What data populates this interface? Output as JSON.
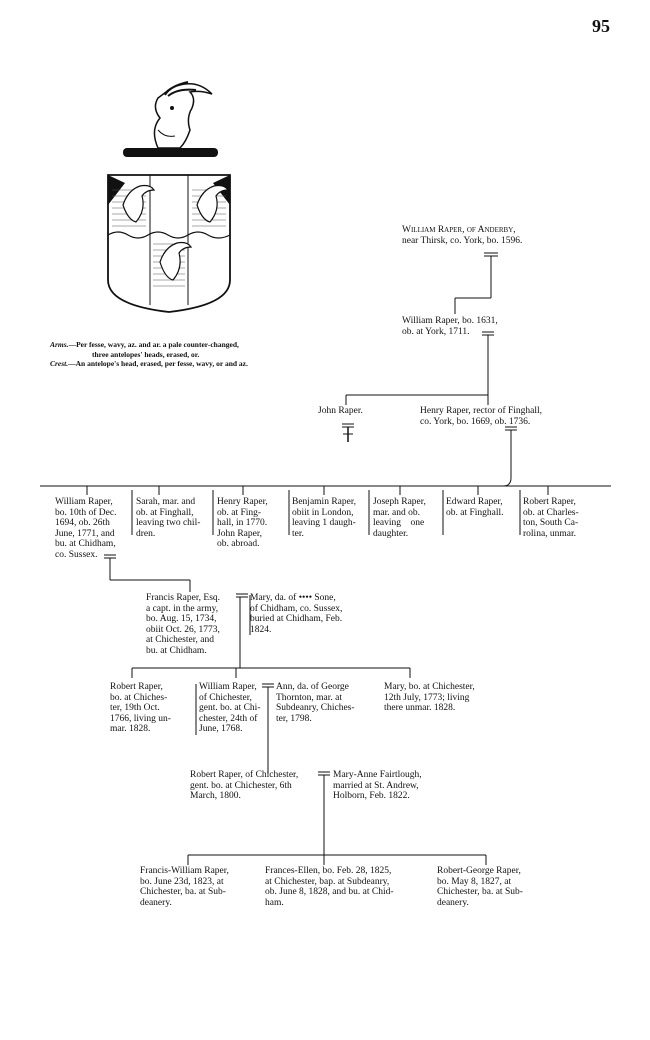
{
  "page_number": "95",
  "arms": {
    "arms_label": "Arms.",
    "arms_text": "—Per fesse, wavy, az. and ar. a pale counter-changed,",
    "arms_text2": "three antelopes' heads, erased, or.",
    "crest_label": "Crest.",
    "crest_text": "—An antelope's head, erased, per fesse, wavy, or and az."
  },
  "gen1": {
    "name": "William Raper",
    "lines": [
      "William Raper, of Anderby,",
      "near Thirsk, co. York, bo. 1596."
    ]
  },
  "gen2": {
    "lines": [
      "William Raper, bo. 1631,",
      "ob. at York, 1711."
    ]
  },
  "gen3": {
    "john": "John Raper.",
    "henry": [
      "Henry Raper, rector of Finghall,",
      "co. York, bo. 1669, ob. 1736."
    ]
  },
  "gen4": [
    [
      "William Raper,",
      "bo. 10th of Dec.",
      "1694, ob. 26th",
      "June, 1771, and",
      "bu. at Chidham,",
      "co. Sussex."
    ],
    [
      "Sarah, mar. and",
      "ob. at Finghall,",
      "leaving two chil-",
      "dren."
    ],
    [
      "Henry Raper,",
      "ob. at Fing-",
      "hall, in 1770.",
      "John Raper,",
      "ob. abroad."
    ],
    [
      "Benjamin Raper,",
      "obiit in London,",
      "leaving 1 daugh-",
      "ter."
    ],
    [
      "Joseph Raper,",
      "mar. and ob.",
      "leaving    one",
      "daughter."
    ],
    [
      "Edward Raper,",
      "ob. at Finghall."
    ],
    [
      "Robert Raper,",
      "ob. at Charles-",
      "ton, South Ca-",
      "rolina, unmar."
    ]
  ],
  "gen5": {
    "francis": [
      "Francis Raper, Esq.",
      "a capt. in the army,",
      "bo. Aug. 15, 1734,",
      "obiit Oct. 26, 1773,",
      "at Chichester, and",
      "bu. at Chidham."
    ],
    "mary": [
      "Mary, da. of •••• Sone,",
      "of Chidham, co. Sussex,",
      "buried at Chidham, Feb.",
      "1824."
    ]
  },
  "gen6": {
    "robert": [
      "Robert Raper,",
      "bo. at Chiches-",
      "ter, 19th Oct.",
      "1766, living un-",
      "mar. 1828."
    ],
    "william": [
      "William Raper,",
      "of Chichester,",
      "gent. bo. at Chi-",
      "chester, 24th of",
      "June, 1768."
    ],
    "ann": [
      "Ann, da. of George",
      "Thornton, mar. at",
      "Subdeanry, Chiches-",
      "ter, 1798."
    ],
    "mary": [
      "Mary, bo. at Chichester,",
      "12th July, 1773; living",
      "there unmar. 1828."
    ]
  },
  "gen7": {
    "robert": [
      "Robert Raper, of Chichester,",
      "gent. bo. at Chichester, 6th",
      "March, 1800."
    ],
    "mary_anne": [
      "Mary-Anne Fairtlough,",
      "married at St. Andrew,",
      "Holborn, Feb. 1822."
    ]
  },
  "gen8": [
    [
      "Francis-William Raper,",
      "bo. June 23d, 1823, at",
      "Chichester, ba. at Sub-",
      "deanery."
    ],
    [
      "Frances-Ellen, bo. Feb. 28, 1825,",
      "at Chichester, bap. at Subdeanry,",
      "ob. June 8, 1828, and bu. at Chid-",
      "ham."
    ],
    [
      "Robert-George Raper,",
      "bo. May 8, 1827, at",
      "Chichester, ba. at Sub-",
      "deanery."
    ]
  ]
}
